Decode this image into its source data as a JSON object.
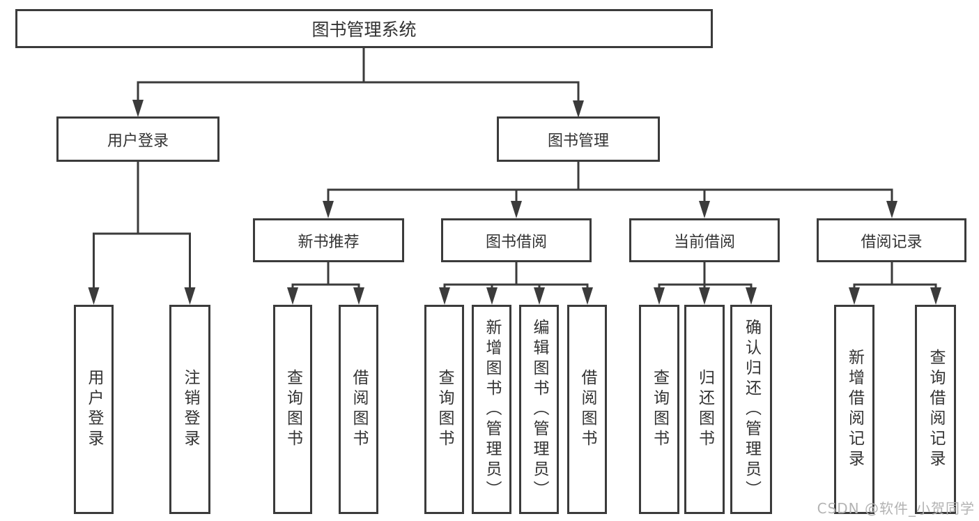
{
  "root_label": "图书管理系统",
  "level2": [
    "用户登录",
    "图书管理"
  ],
  "level3": [
    "新书推荐",
    "图书借阅",
    "当前借阅",
    "借阅记录"
  ],
  "leaf_groups": {
    "user_login": [
      "用户登录",
      "注销登录"
    ],
    "recommend": [
      "查询图书",
      "借阅图书"
    ],
    "book_borrow": [
      "查询图书",
      "新增图书（管理员）",
      "编辑图书（管理员）",
      "借阅图书"
    ],
    "current_borrow": [
      "查询图书",
      "归还图书",
      "确认归还（管理员）"
    ],
    "borrow_records": [
      "新增借阅记录",
      "查询借阅记录"
    ]
  },
  "watermark": {
    "text": "CSDN @软件_小贺同学"
  },
  "colors": {
    "stroke": "#3b3b3b",
    "text": "#333333",
    "background": "#ffffff",
    "watermark": "#b3b3b3"
  }
}
